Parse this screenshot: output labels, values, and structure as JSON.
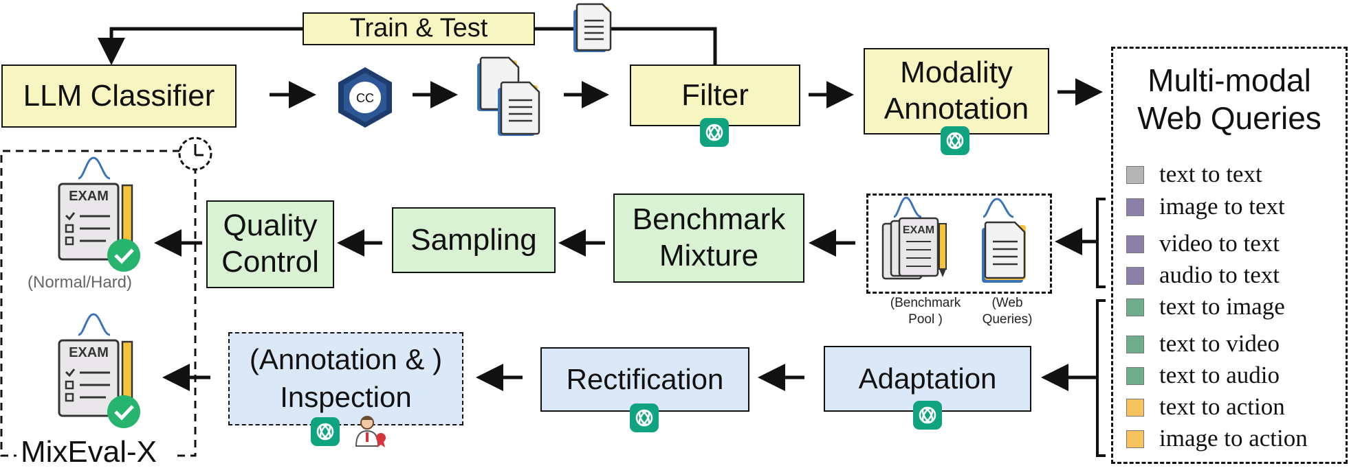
{
  "top_row": {
    "train_test": "Train & Test",
    "llm_classifier": "LLM Classifier",
    "cc_logo": "CC",
    "filter": "Filter",
    "modality_annotation": [
      "Modality",
      "Annotation"
    ],
    "web_queries_title": [
      "Multi-modal",
      "Web Queries"
    ]
  },
  "legend": [
    {
      "label": "text to text",
      "color": "#b5b5b5"
    },
    {
      "label": "image to text",
      "color": "#8a80a8"
    },
    {
      "label": "video to text",
      "color": "#8a80a8"
    },
    {
      "label": "audio to text",
      "color": "#8a80a8"
    },
    {
      "label": "text to image",
      "color": "#6fae8c"
    },
    {
      "label": "text to video",
      "color": "#6fae8c"
    },
    {
      "label": "text to audio",
      "color": "#6fae8c"
    },
    {
      "label": "text to action",
      "color": "#f8c35e"
    },
    {
      "label": "image to action",
      "color": "#f8c35e"
    }
  ],
  "middle_row": {
    "quality_control": [
      "Quality",
      "Control"
    ],
    "sampling": "Sampling",
    "benchmark_mixture": [
      "Benchmark",
      "Mixture"
    ],
    "pool_caption": [
      "(Benchmark",
      "Pool )"
    ],
    "web_caption": [
      "(Web",
      "Queries)"
    ]
  },
  "bottom_row": {
    "annotation_inspection": [
      "(Annotation & )",
      "Inspection"
    ],
    "rectification": "Rectification",
    "adaptation": "Adaptation"
  },
  "outputs": {
    "normal_hard": "(Normal/Hard)",
    "mixeval_x": "MixEval-X",
    "exam_text": "EXAM"
  },
  "icons": {
    "openai": "openai-logo-icon",
    "documents": "document-stack-icon",
    "exam": "exam-paper-icon",
    "clock": "clock-icon",
    "check": "check-badge-icon",
    "human": "human-expert-icon"
  },
  "colors": {
    "yellow_box": "#f7f6c2",
    "green_box": "#d9f2d4",
    "blue_box": "#dbe8f7",
    "openai_green": "#10a37f"
  }
}
